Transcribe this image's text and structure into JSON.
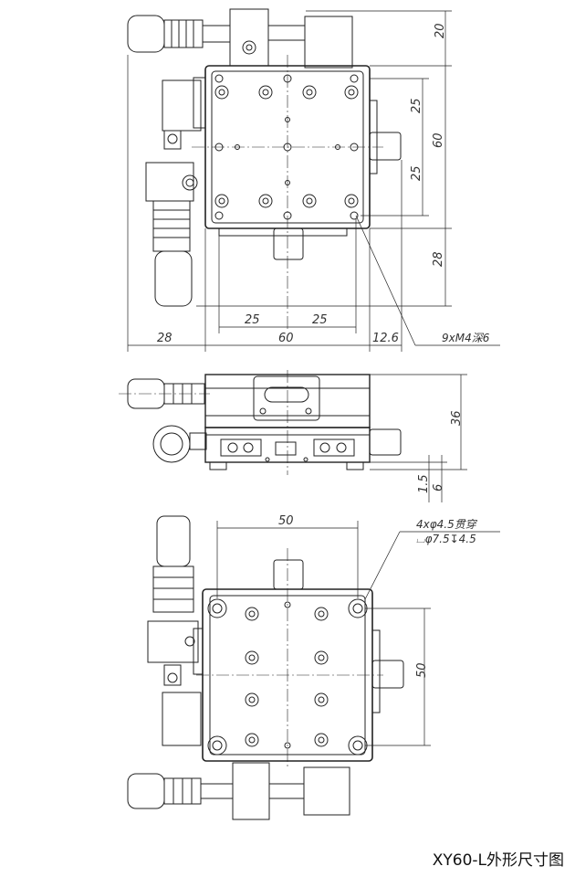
{
  "caption": "XY60-L外形尺寸图",
  "dimensions": {
    "top_height_20": "20",
    "right_25_upper": "25",
    "right_60": "60",
    "right_25_lower": "25",
    "right_28": "28",
    "bottom_25_left": "25",
    "bottom_25_right": "25",
    "bottom_28": "28",
    "bottom_60": "60",
    "bottom_12_6": "12.6",
    "side_36": "36",
    "side_1_5": "1.5",
    "side_6": "6",
    "base_50_horizontal": "50",
    "base_50_vertical": "50"
  },
  "notes": {
    "tapped_holes": "9xM4深6",
    "through_holes_line1": "4xφ4.5贯穿",
    "through_holes_line2": "⌴φ7.5↧4.5"
  }
}
